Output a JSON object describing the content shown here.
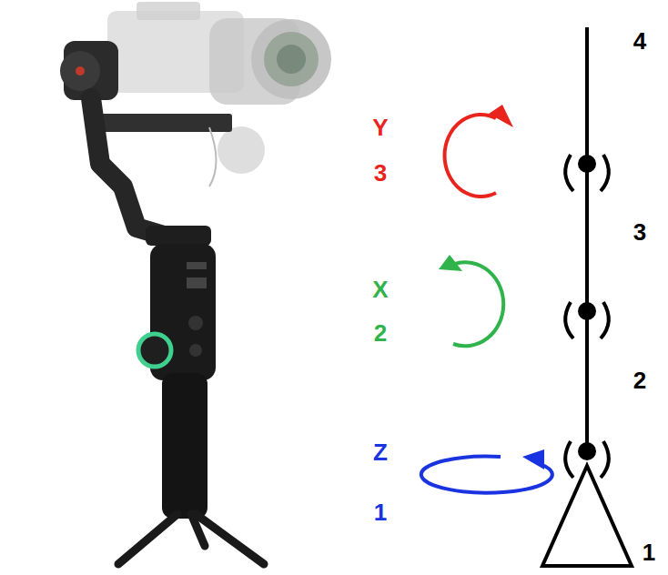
{
  "diagram": {
    "labels": [
      "4",
      "Y",
      "3",
      "3",
      "X",
      "2",
      "2",
      "Z",
      "1",
      "1"
    ]
  }
}
